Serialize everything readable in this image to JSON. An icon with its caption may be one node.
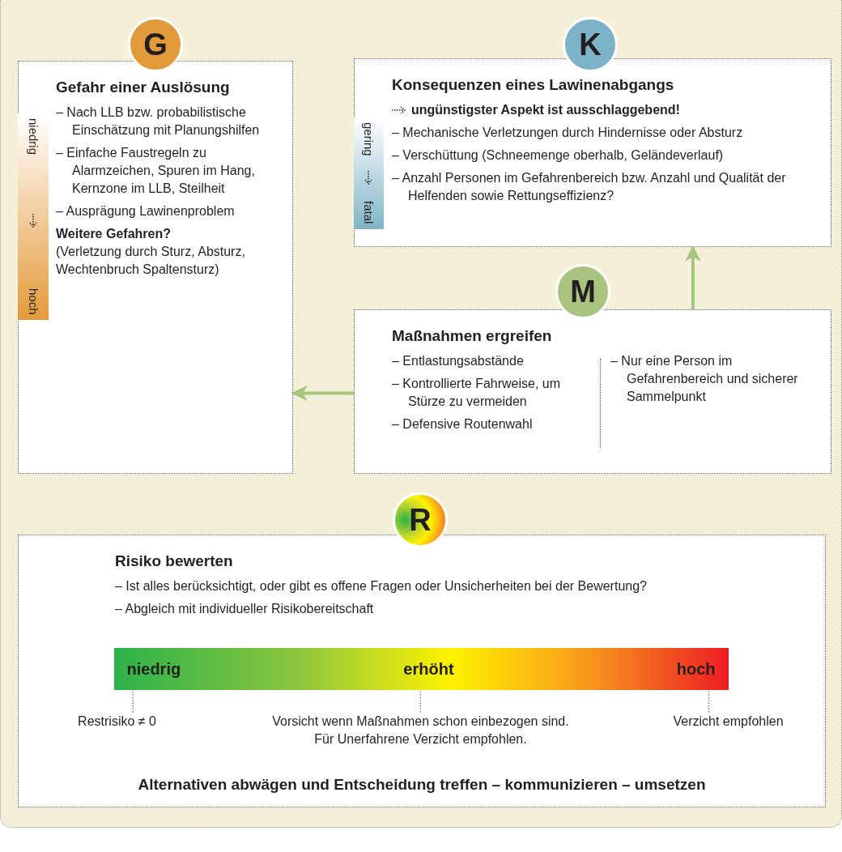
{
  "diagram": {
    "nodes": [
      {
        "text": [
          "G"
        ]
      },
      {
        "text": [
          "Gefahr einer Auslösung",
          "– Nach LLB bzw. probabilistische Einschätzung mit Planungshilfen",
          "– Einfache Faustregeln zu Alarmzeichen, Spuren im Hang, Kernzone im LLB, Steilheit",
          "– Ausprägung Lawinenproblem",
          "Weitere Gefahren?",
          "(Verletzung durch Sturz, Absturz, Wechtenbruch Spaltensturz)"
        ]
      },
      {
        "text": [
          "niedrig",
          "hoch"
        ],
        "in": 1
      },
      {
        "text": [
          "K"
        ]
      },
      {
        "text": [
          "Konsequenzen eines Lawinenabgangs",
          "ungünstigster Aspekt ist ausschlaggebend!",
          "– Mechanische Verletzungen durch Hindernisse oder Absturz",
          "– Verschüttung (Schneemenge oberhalb, Geländeverlauf)",
          "– Anzahl Personen im Gefahrenbereich bzw. Anzahl und Qualität der Helfenden sowie Rettungseffizienz?"
        ]
      },
      {
        "text": [
          "gering",
          "fatal"
        ],
        "in": 4
      },
      {
        "text": [
          "M"
        ]
      },
      {
        "text": [
          "Maßnahmen ergreifen",
          "– Entlastungsabstände",
          "– Kontrollierte Fahrweise, um Stürze zu vermeiden",
          "– Defensive Routenwahl",
          "– Nur eine Person im Gefahrenbereich und sicherer Sammelpunkt"
        ]
      },
      {
        "text": [
          "R"
        ]
      },
      {
        "text": [
          "Risiko bewerten",
          "– Ist alles berücksichtigt, oder gibt es offene Fragen oder Unsicherheiten bei der Bewertung?",
          "– Abgleich mit individueller Risikobereitschaft",
          "Alternativen abwägen und Entscheidung treffen – kommunizieren – umsetzen"
        ]
      },
      {
        "text": [
          "niedrig",
          "erhöht",
          "hoch"
        ],
        "in": 9
      },
      {
        "text": [
          "Restrisiko ≠ 0"
        ],
        "in": 9
      },
      {
        "text": [
          "Vorsicht wenn Maßnahmen schon einbezogen sind. Für Unerfahrene Verzicht empfohlen."
        ],
        "in": 9
      },
      {
        "text": [
          "Verzicht empfohlen"
        ],
        "in": 9
      }
    ],
    "edges": [
      {
        "from": 7,
        "to": 1,
        "arrow": "to",
        "style": "thick",
        "color": "#a9c47f"
      },
      {
        "from": 7,
        "to": 4,
        "arrow": "to",
        "style": "thick",
        "color": "#a9c47f"
      },
      {
        "from": 11,
        "to": 10,
        "arrow": "none",
        "style": "dashed"
      },
      {
        "from": 12,
        "to": 10,
        "arrow": "none",
        "style": "dashed"
      },
      {
        "from": 13,
        "to": 10,
        "arrow": "none",
        "style": "dashed"
      }
    ]
  }
}
